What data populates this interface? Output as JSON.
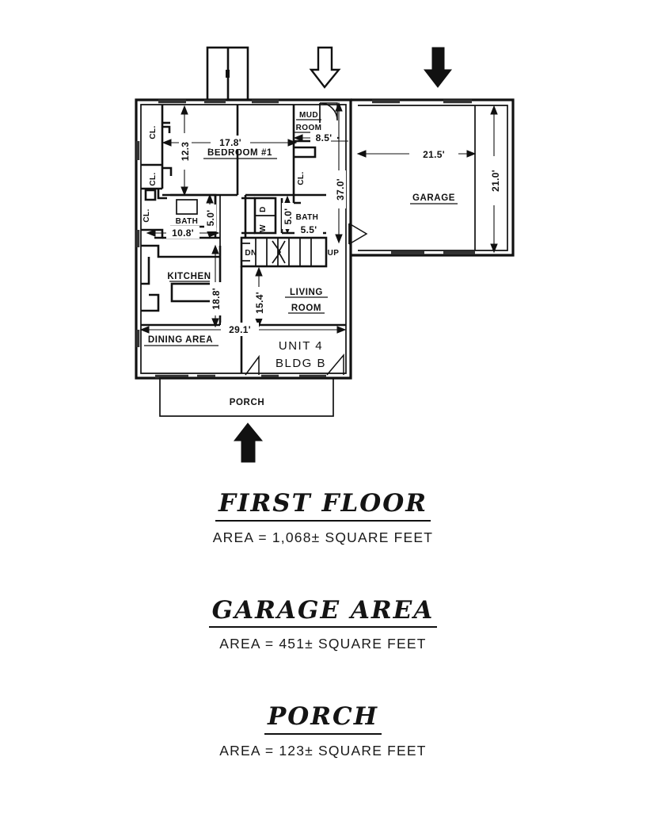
{
  "document": {
    "type": "architectural-floor-plan",
    "unit_label_line1": "UNIT  4",
    "unit_label_line2": "BLDG  B"
  },
  "rooms": {
    "bedroom1": "BEDROOM  #1",
    "mud_room_line1": "MUD",
    "mud_room_line2": "ROOM",
    "bath_left": "BATH",
    "bath_right": "BATH",
    "kitchen": "KITCHEN",
    "dining_area": "DINING  AREA",
    "living_room_line1": "LIVING",
    "living_room_line2": "ROOM",
    "garage": "GARAGE",
    "porch": "PORCH",
    "closet1": "CL.",
    "closet2": "CL.",
    "closet3": "CL.",
    "closet4": "CL.",
    "dryer": "D",
    "washer": "W",
    "stairs_down": "DN",
    "stairs_up": "UP"
  },
  "dimensions": {
    "bedroom_width": "17.8'",
    "bedroom_depth": "12.3",
    "mud_room_width": "8.5'",
    "bath_left_width": "10.8'",
    "bath_left_depth": "5.0'",
    "bath_right_width": "5.5'",
    "bath_right_depth": "5.0'",
    "house_depth": "37.0'",
    "kitchen_depth": "18.8'",
    "living_depth": "15.4'",
    "house_width": "29.1'",
    "garage_width": "21.5'",
    "garage_depth": "21.0'"
  },
  "captions": [
    {
      "id": "first-floor",
      "title": "FIRST  FLOOR",
      "area": "AREA  =  1,068±  SQUARE  FEET"
    },
    {
      "id": "garage-area",
      "title": "GARAGE  AREA",
      "area": "AREA  =  451±  SQUARE  FEET"
    },
    {
      "id": "porch",
      "title": "PORCH",
      "area": "AREA  =  123±  SQUARE  FEET"
    }
  ],
  "colors": {
    "ink": "#111111",
    "paper": "#ffffff"
  }
}
